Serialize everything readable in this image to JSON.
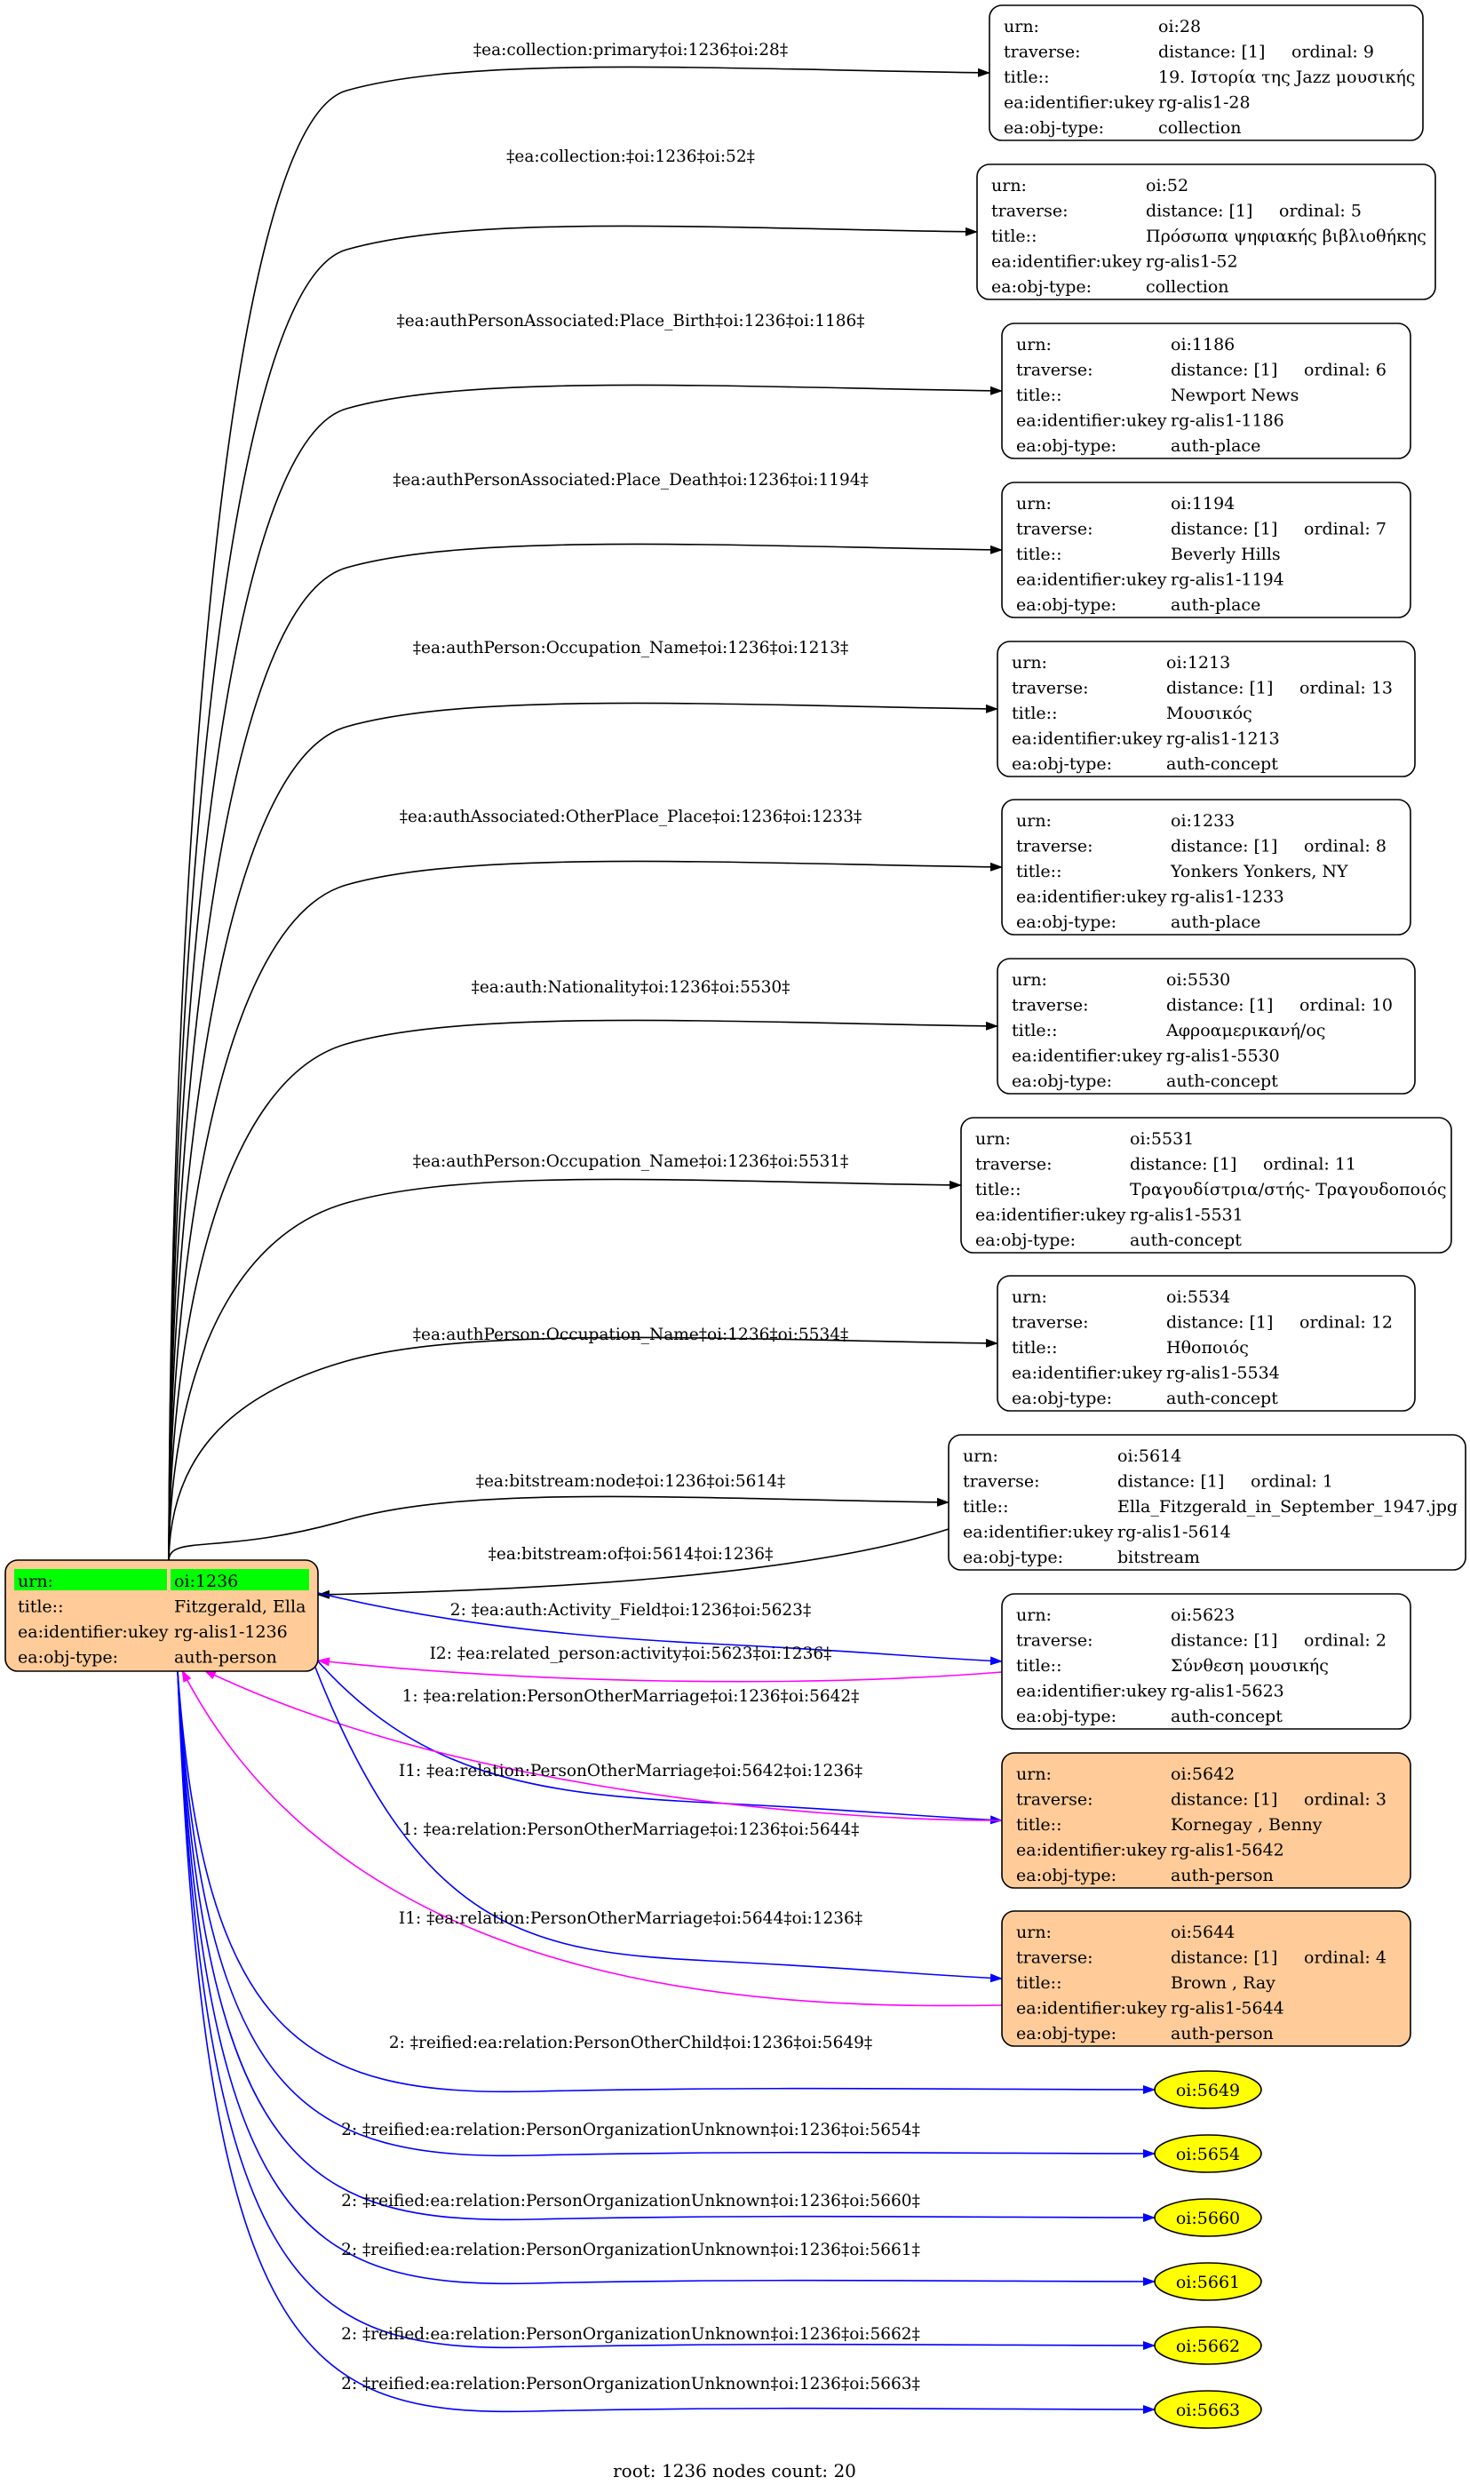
{
  "root": {
    "urn": "oi:1236",
    "title": "Fitzgerald, Ella",
    "identifier": "rg-alis1-1236",
    "obj_type": "auth-person",
    "keys": {
      "urn": "urn:",
      "title": "title::",
      "identifier": "ea:identifier:ukey",
      "obj_type": "ea:obj-type:"
    },
    "urn_highlight_color": "#00ff00",
    "fill_color": "#ffcc99"
  },
  "node_keys": {
    "urn": "urn:",
    "traverse": "traverse:",
    "title": "title::",
    "identifier": "ea:identifier:ukey",
    "obj_type": "ea:obj-type:"
  },
  "nodes": [
    {
      "id": "n28",
      "urn": "oi:28",
      "distance": "distance: [1]",
      "ordinal": "ordinal: 9",
      "title": "19. Ιστορία της Jazz μουσικής",
      "identifier": "rg-alis1-28",
      "obj_type": "collection",
      "filled": false
    },
    {
      "id": "n52",
      "urn": "oi:52",
      "distance": "distance: [1]",
      "ordinal": "ordinal: 5",
      "title": "Πρόσωπα ψηφιακής βιβλιοθήκης",
      "identifier": "rg-alis1-52",
      "obj_type": "collection",
      "filled": false
    },
    {
      "id": "n1186",
      "urn": "oi:1186",
      "distance": "distance: [1]",
      "ordinal": "ordinal: 6",
      "title": "Newport News",
      "identifier": "rg-alis1-1186",
      "obj_type": "auth-place",
      "filled": false
    },
    {
      "id": "n1194",
      "urn": "oi:1194",
      "distance": "distance: [1]",
      "ordinal": "ordinal: 7",
      "title": "Beverly Hills",
      "identifier": "rg-alis1-1194",
      "obj_type": "auth-place",
      "filled": false
    },
    {
      "id": "n1213",
      "urn": "oi:1213",
      "distance": "distance: [1]",
      "ordinal": "ordinal: 13",
      "title": "Μουσικός",
      "identifier": "rg-alis1-1213",
      "obj_type": "auth-concept",
      "filled": false
    },
    {
      "id": "n1233",
      "urn": "oi:1233",
      "distance": "distance: [1]",
      "ordinal": "ordinal: 8",
      "title": "Yonkers Yonkers, NY",
      "identifier": "rg-alis1-1233",
      "obj_type": "auth-place",
      "filled": false
    },
    {
      "id": "n5530",
      "urn": "oi:5530",
      "distance": "distance: [1]",
      "ordinal": "ordinal: 10",
      "title": "Αφροαμερικανή/ος",
      "identifier": "rg-alis1-5530",
      "obj_type": "auth-concept",
      "filled": false
    },
    {
      "id": "n5531",
      "urn": "oi:5531",
      "distance": "distance: [1]",
      "ordinal": "ordinal: 11",
      "title": "Τραγουδίστρια/στής- Τραγουδοποιός",
      "identifier": "rg-alis1-5531",
      "obj_type": "auth-concept",
      "filled": false
    },
    {
      "id": "n5534",
      "urn": "oi:5534",
      "distance": "distance: [1]",
      "ordinal": "ordinal: 12",
      "title": "Ηθοποιός",
      "identifier": "rg-alis1-5534",
      "obj_type": "auth-concept",
      "filled": false
    },
    {
      "id": "n5614",
      "urn": "oi:5614",
      "distance": "distance: [1]",
      "ordinal": "ordinal: 1",
      "title": "Ella_Fitzgerald_in_September_1947.jpg",
      "identifier": "rg-alis1-5614",
      "obj_type": "bitstream",
      "filled": false
    },
    {
      "id": "n5623",
      "urn": "oi:5623",
      "distance": "distance: [1]",
      "ordinal": "ordinal: 2",
      "title": "Σύνθεση μουσικής",
      "identifier": "rg-alis1-5623",
      "obj_type": "auth-concept",
      "filled": false
    },
    {
      "id": "n5642",
      "urn": "oi:5642",
      "distance": "distance: [1]",
      "ordinal": "ordinal: 3",
      "title": "Kornegay , Benny",
      "identifier": "rg-alis1-5642",
      "obj_type": "auth-person",
      "filled": true
    },
    {
      "id": "n5644",
      "urn": "oi:5644",
      "distance": "distance: [1]",
      "ordinal": "ordinal: 4",
      "title": "Brown , Ray",
      "identifier": "rg-alis1-5644",
      "obj_type": "auth-person",
      "filled": true
    }
  ],
  "ellipse_nodes": [
    {
      "id": "e5649",
      "label": "oi:5649"
    },
    {
      "id": "e5654",
      "label": "oi:5654"
    },
    {
      "id": "e5660",
      "label": "oi:5660"
    },
    {
      "id": "e5661",
      "label": "oi:5661"
    },
    {
      "id": "e5662",
      "label": "oi:5662"
    },
    {
      "id": "e5663",
      "label": "oi:5663"
    }
  ],
  "edges": [
    {
      "target": "n28",
      "label": "‡ea:collection:primary‡oi:1236‡oi:28‡",
      "color": "black"
    },
    {
      "target": "n52",
      "label": "‡ea:collection:‡oi:1236‡oi:52‡",
      "color": "black"
    },
    {
      "target": "n1186",
      "label": "‡ea:authPersonAssociated:Place_Birth‡oi:1236‡oi:1186‡",
      "color": "black"
    },
    {
      "target": "n1194",
      "label": "‡ea:authPersonAssociated:Place_Death‡oi:1236‡oi:1194‡",
      "color": "black"
    },
    {
      "target": "n1213",
      "label": "‡ea:authPerson:Occupation_Name‡oi:1236‡oi:1213‡",
      "color": "black"
    },
    {
      "target": "n1233",
      "label": "‡ea:authAssociated:OtherPlace_Place‡oi:1236‡oi:1233‡",
      "color": "black"
    },
    {
      "target": "n5530",
      "label": "‡ea:auth:Nationality‡oi:1236‡oi:5530‡",
      "color": "black"
    },
    {
      "target": "n5531",
      "label": "‡ea:authPerson:Occupation_Name‡oi:1236‡oi:5531‡",
      "color": "black"
    },
    {
      "target": "n5534",
      "label": "‡ea:authPerson:Occupation_Name‡oi:1236‡oi:5534‡",
      "color": "black"
    },
    {
      "target": "n5614",
      "label": "‡ea:bitstream:node‡oi:1236‡oi:5614‡",
      "color": "black"
    },
    {
      "source": "n5614",
      "label": "‡ea:bitstream:of‡oi:5614‡oi:1236‡",
      "color": "black"
    },
    {
      "target": "n5623",
      "label": "2: ‡ea:auth:Activity_Field‡oi:1236‡oi:5623‡",
      "color": "blue"
    },
    {
      "source": "n5623",
      "label": "I2: ‡ea:related_person:activity‡oi:5623‡oi:1236‡",
      "color": "magenta"
    },
    {
      "target": "n5642",
      "label": "1: ‡ea:relation:PersonOtherMarriage‡oi:1236‡oi:5642‡",
      "color": "blue"
    },
    {
      "source": "n5642",
      "label": "I1: ‡ea:relation:PersonOtherMarriage‡oi:5642‡oi:1236‡",
      "color": "magenta"
    },
    {
      "target": "n5644",
      "label": "1: ‡ea:relation:PersonOtherMarriage‡oi:1236‡oi:5644‡",
      "color": "blue"
    },
    {
      "source": "n5644",
      "label": "I1: ‡ea:relation:PersonOtherMarriage‡oi:5644‡oi:1236‡",
      "color": "magenta"
    },
    {
      "target": "e5649",
      "label": "2: ‡reified:ea:relation:PersonOtherChild‡oi:1236‡oi:5649‡",
      "color": "blue"
    },
    {
      "target": "e5654",
      "label": "2: ‡reified:ea:relation:PersonOrganizationUnknown‡oi:1236‡oi:5654‡",
      "color": "blue"
    },
    {
      "target": "e5660",
      "label": "2: ‡reified:ea:relation:PersonOrganizationUnknown‡oi:1236‡oi:5660‡",
      "color": "blue"
    },
    {
      "target": "e5661",
      "label": "2: ‡reified:ea:relation:PersonOrganizationUnknown‡oi:1236‡oi:5661‡",
      "color": "blue"
    },
    {
      "target": "e5662",
      "label": "2: ‡reified:ea:relation:PersonOrganizationUnknown‡oi:1236‡oi:5662‡",
      "color": "blue"
    },
    {
      "target": "e5663",
      "label": "2: ‡reified:ea:relation:PersonOrganizationUnknown‡oi:1236‡oi:5663‡",
      "color": "blue"
    }
  ],
  "colors": {
    "black": "#000000",
    "blue": "#0000ff",
    "magenta": "#ff00ff",
    "filled": "#ffcc99",
    "ellipse": "#ffff00"
  },
  "footer": "root: 1236 nodes count: 20"
}
